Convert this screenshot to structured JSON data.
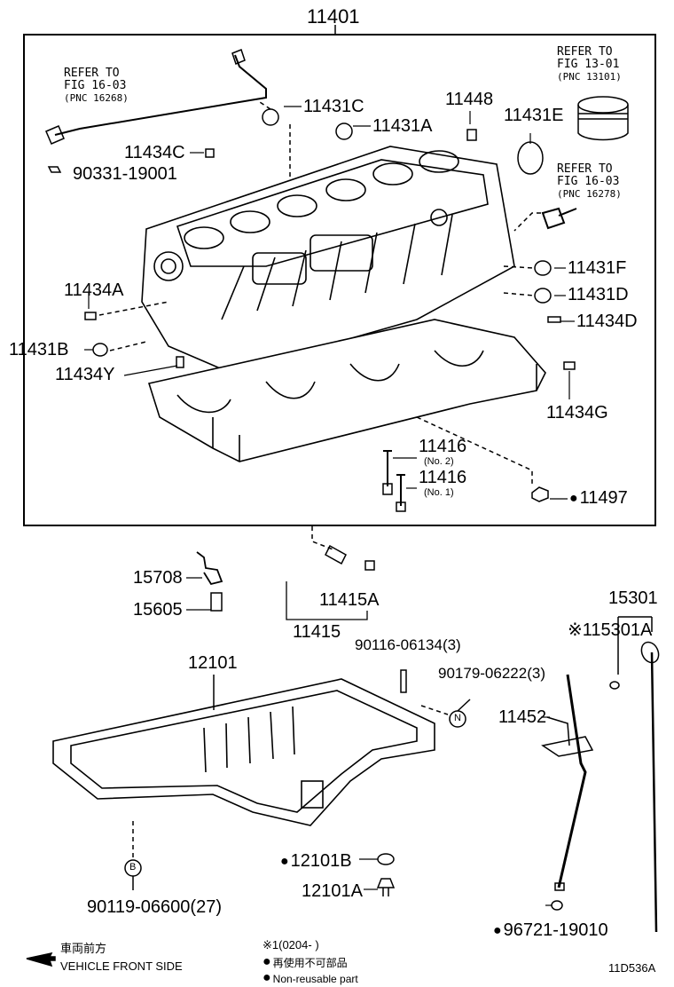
{
  "diagram": {
    "main_assembly": "11401",
    "code": "11D536A",
    "refer_to": [
      {
        "line1": "REFER TO",
        "line2": "FIG 16-03",
        "line3": "(PNC 16268)"
      },
      {
        "line1": "REFER TO",
        "line2": "FIG 13-01",
        "line3": "(PNC 13101)"
      },
      {
        "line1": "REFER TO",
        "line2": "FIG 16-03",
        "line3": "(PNC 16278)"
      }
    ],
    "parts": {
      "p11431C": "11431C",
      "p11431A": "11431A",
      "p11448": "11448",
      "p11431E": "11431E",
      "p11434C": "11434C",
      "p90331": "90331-19001",
      "p11434A": "11434A",
      "p11431F": "11431F",
      "p11431D": "11431D",
      "p11434D": "11434D",
      "p11431B": "11431B",
      "p11434Y": "11434Y",
      "p11434G": "11434G",
      "p11416a": "11416",
      "p11416a_note": "(No. 2)",
      "p11416b": "11416",
      "p11416b_note": "(No. 1)",
      "p11497": "11497",
      "p15708": "15708",
      "p15605": "15605",
      "p11415A": "11415A",
      "p11415": "11415",
      "p12101": "12101",
      "p90116": "90116-06134(3)",
      "p90179": "90179-06222(3)",
      "p15301": "15301",
      "p15301A": "※115301A",
      "p11452": "11452",
      "p12101B": "12101B",
      "p12101A": "12101A",
      "p90119": "90119-06600(27)",
      "p96721": "96721-19010",
      "circle_N": "N",
      "circle_B": "B"
    },
    "legend": {
      "front_jp": "車両前方",
      "front_en": "VEHICLE FRONT SIDE",
      "note_range": "※1(0204-        )",
      "nonreuse_jp": "再使用不可部品",
      "nonreuse_en": "Non-reusable part"
    }
  }
}
